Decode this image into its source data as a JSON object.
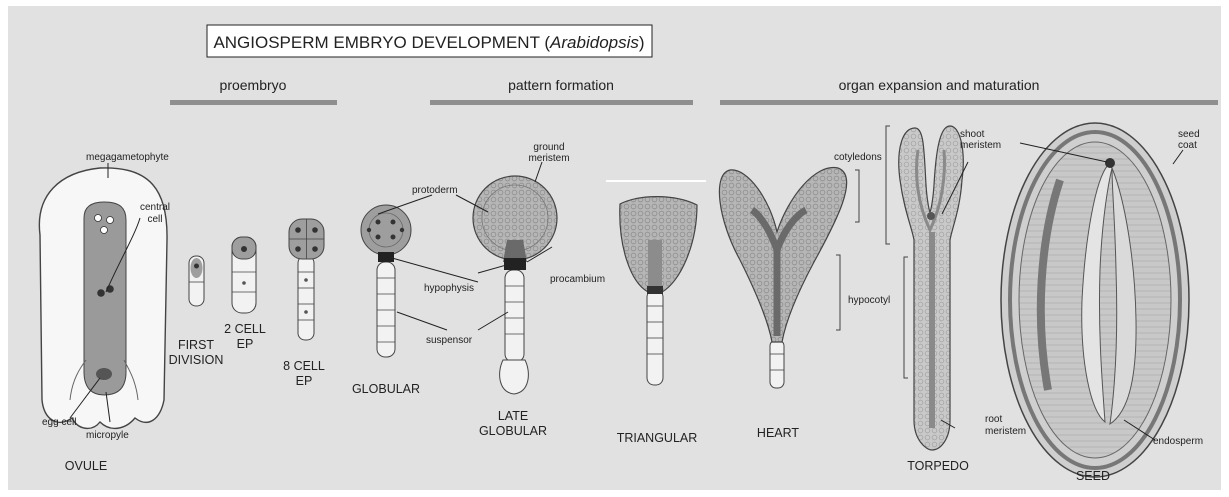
{
  "title": {
    "main": "ANGIOSPERM EMBRYO DEVELOPMENT (",
    "italic": "Arabidopsis",
    "close": ")"
  },
  "phases": [
    "proembryo",
    "pattern formation",
    "organ expansion and maturation"
  ],
  "stages": {
    "ovule": "OVULE",
    "first_division": [
      "FIRST",
      "DIVISION"
    ],
    "two_cell": [
      "2 CELL",
      "EP"
    ],
    "eight_cell": [
      "8 CELL",
      "EP"
    ],
    "globular": "GLOBULAR",
    "late_globular": [
      "LATE",
      "GLOBULAR"
    ],
    "triangular": "TRIANGULAR",
    "heart": "HEART",
    "torpedo": "TORPEDO",
    "seed": "SEED"
  },
  "structures": {
    "megagametophyte": "megagametophyte",
    "central_cell": [
      "central",
      "cell"
    ],
    "egg_cell": "egg cell",
    "micropyle": "micropyle",
    "protoderm": "protoderm",
    "ground_meristem": [
      "ground",
      "meristem"
    ],
    "hypophysis": "hypophysis",
    "procambium": "procambium",
    "suspensor": "suspensor",
    "cotyledons": "cotyledons",
    "hypocotyl": "hypocotyl",
    "shoot_meristem": [
      "shoot",
      "meristem"
    ],
    "root_meristem": [
      "root",
      "meristem"
    ],
    "seed_coat": [
      "seed",
      "coat"
    ],
    "endosperm": "endosperm"
  }
}
